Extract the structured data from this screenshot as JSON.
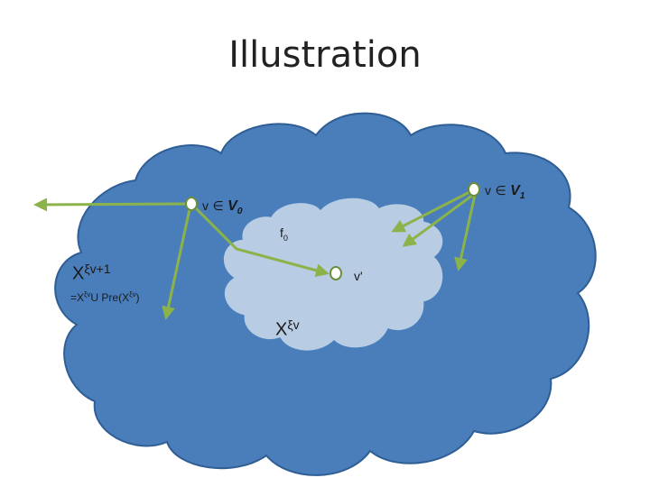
{
  "title": "Illustration",
  "labels": {
    "v0_v": "v",
    "v0_in": "∈",
    "v0_set": "V0",
    "v1_v": "v",
    "v1_in": "∈",
    "v1_set": "V1",
    "f0": "f0",
    "v_prime": "v'",
    "x_next_base": "X",
    "x_next_sup": "ξv+1",
    "x_next_def": "=XξvU Pre(Xξv)",
    "x_inner_base": "X",
    "x_inner_sup": "ξv"
  },
  "colors": {
    "outer_cloud": "#4a7ebb",
    "outer_stroke": "#2f5e94",
    "inner_cloud": "#b8cce4",
    "inner_stroke": "#4a7ebb",
    "arrow": "#8cb34a",
    "node_fill": "#ffffff",
    "node_stroke": "#6a8e3a"
  }
}
